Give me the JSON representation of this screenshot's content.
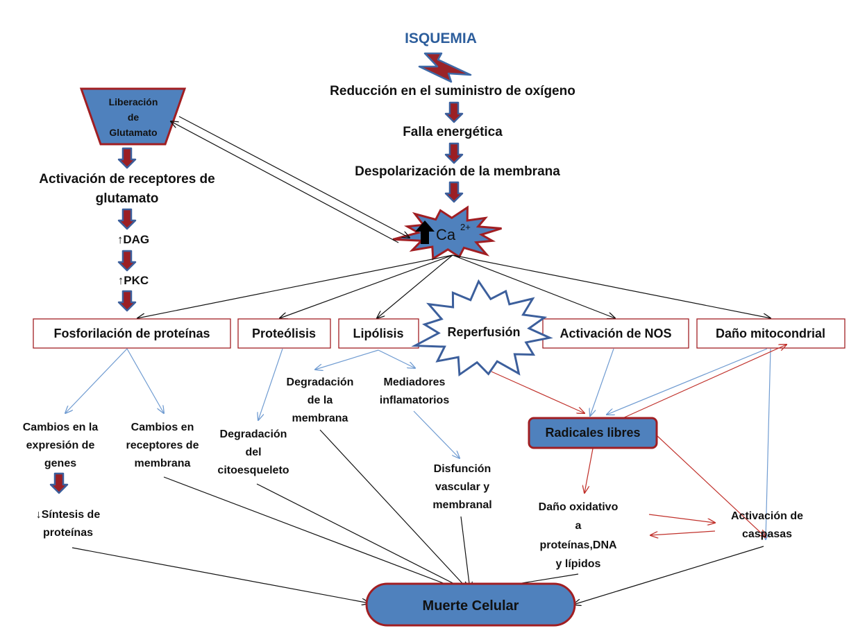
{
  "title": "ISQUEMIA",
  "chain": {
    "step1": "Reducción en el suministro de oxígeno",
    "step2": "Falla energética",
    "step3": "Despolarización de la membrana"
  },
  "calcium": {
    "symbol": "Ca",
    "superscript": "2+"
  },
  "glutamate": {
    "release": [
      "Liberación",
      "de",
      "Glutamato"
    ],
    "activation": [
      "Activación de receptores de",
      "glutamato"
    ],
    "dag": "↑DAG",
    "pkc": "↑PKC"
  },
  "boxes": {
    "fosforilacion": "Fosforilación de proteínas",
    "proteolisis": "Proteólisis",
    "lipolisis": "Lipólisis",
    "reperfusion": "Reperfusión",
    "nos": "Activación de NOS",
    "mitocondrial": "Daño mitocondrial",
    "radicales": "Radicales libres"
  },
  "effects": {
    "expresion": [
      "Cambios en la",
      "expresión de",
      "genes"
    ],
    "receptores": [
      "Cambios en",
      "receptores de",
      "membrana"
    ],
    "sintesis": [
      "↓Síntesis de",
      "proteínas"
    ],
    "citoesqueleto": [
      "Degradación",
      "del",
      "citoesqueleto"
    ],
    "membrana": [
      "Degradación",
      "de la",
      "membrana"
    ],
    "mediadores": [
      "Mediadores",
      "inflamatorios"
    ],
    "disfuncion": [
      "Disfunción",
      "vascular y",
      "membranal"
    ],
    "oxidativo": [
      "Daño oxidativo",
      "a",
      "proteínas,DNA",
      "y lípidos"
    ],
    "caspasas": [
      "Activación de",
      "caspasas"
    ]
  },
  "death": "Muerte Celular",
  "colors": {
    "blue_fill": "#4f81bd",
    "dark_red": "#8b1a1a",
    "red_outline": "#c0504d",
    "line_blue": "#6f9bd1",
    "line_red": "#c0302a",
    "title_blue": "#2d5e9c"
  }
}
